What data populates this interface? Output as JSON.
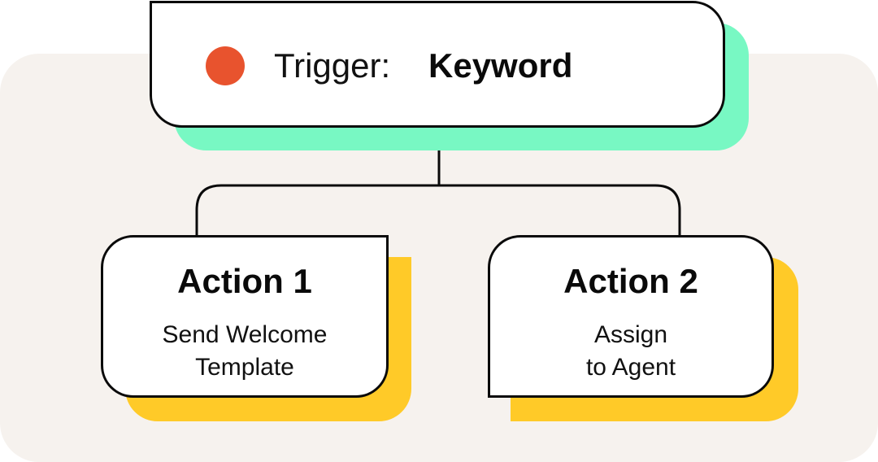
{
  "colors": {
    "trigger_dot": "#e8532e",
    "trigger_shadow": "#78f8c3",
    "action_shadow": "#ffca28",
    "panel_background": "#f6f2ee"
  },
  "trigger": {
    "label": "Trigger:",
    "value": "Keyword"
  },
  "actions": [
    {
      "title": "Action 1",
      "description_lines": [
        "Send Welcome",
        "Template"
      ]
    },
    {
      "title": "Action 2",
      "description_lines": [
        "Assign",
        "to Agent"
      ]
    }
  ]
}
